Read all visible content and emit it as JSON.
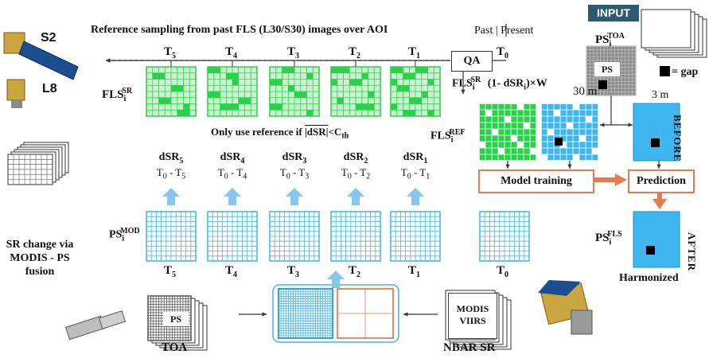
{
  "title": "Reference sampling from past FLS (L30/S30) images over AOI",
  "past_present": "Past | Present",
  "fls_label": {
    "base": "FLS",
    "sub": "i",
    "sup": "SR"
  },
  "only_use": {
    "pre": "Only use reference if ",
    "expr": "|dSR|",
    "post": "<C",
    "sub": "th"
  },
  "formula": {
    "pre": "FLS",
    "sub": "i",
    "sup": "SR",
    "post": " (1- dSR",
    "sub2": "i",
    "post2": ")×W"
  },
  "fls_ref": {
    "base": "FLS",
    "sub": "i",
    "sup": "REF"
  },
  "qa": "QA",
  "t0": "T",
  "t0_sub": "0",
  "times": [
    {
      "label": "T",
      "sub": "5",
      "dsr": "dSR",
      "dsr_sub": "5",
      "diff": "T",
      "diff_sub": "0",
      "diff_mid": " - T",
      "diff_sub2": "5"
    },
    {
      "label": "T",
      "sub": "4",
      "dsr": "dSR",
      "dsr_sub": "4",
      "diff": "T",
      "diff_sub": "0",
      "diff_mid": " - T",
      "diff_sub2": "4"
    },
    {
      "label": "T",
      "sub": "3",
      "dsr": "dSR",
      "dsr_sub": "3",
      "diff": "T",
      "diff_sub": "0",
      "diff_mid": " - T",
      "diff_sub2": "3"
    },
    {
      "label": "T",
      "sub": "2",
      "dsr": "dSR",
      "dsr_sub": "2",
      "diff": "T",
      "diff_sub": "0",
      "diff_mid": " - T",
      "diff_sub2": "2"
    },
    {
      "label": "T",
      "sub": "1",
      "dsr": "dSR",
      "dsr_sub": "1",
      "diff": "T",
      "diff_sub": "0",
      "diff_mid": " - T",
      "diff_sub2": "1"
    }
  ],
  "ps_mod": {
    "base": "PS",
    "sub": "i",
    "sup": "MOD"
  },
  "sr_change": "SR change via MODIS - PS fusion",
  "m30": "30 m",
  "m3": "3 m",
  "gap_label": "= gap",
  "before": "BEFORE",
  "after": "AFTER",
  "model_training": "Model training",
  "prediction": "Prediction",
  "harmonized": "Harmonized",
  "ps_fls": {
    "base": "PS",
    "sub": "i",
    "sup": "FLS"
  },
  "ps_toa": {
    "base": "PS",
    "sub": "i",
    "sup": "TOA"
  },
  "input": "INPUT",
  "ps_tag": "PS",
  "s2": "S2",
  "l8": "L8",
  "toa": "TOA",
  "nbar": "NBAR SR",
  "modis_line1": "MODIS",
  "modis_line2": "VIIRS",
  "colors": {
    "green": "#2bd14a",
    "green_light": "#c9f3cf",
    "blue": "#3fb6ee",
    "blue_light": "#d9f1fb",
    "orange": "#e87a4e",
    "arrow_blue": "#88c6ee",
    "grey": "#8a8a8a"
  }
}
